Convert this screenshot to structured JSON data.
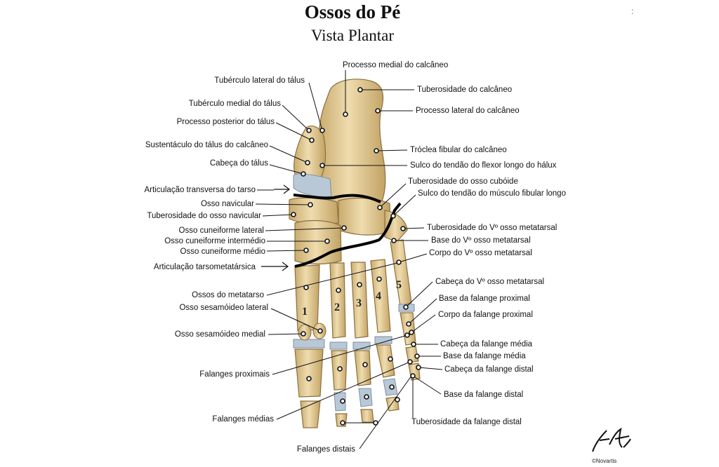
{
  "title": "Ossos do Pé",
  "subtitle": "Vista Plantar",
  "labels": {
    "tuberculo_lateral_talus": "Tubérculo lateral do tálus",
    "tuberculo_medial_talus": "Tubérculo medial do tálus",
    "processo_posterior_talus": "Processo posterior do tálus",
    "sustentaculo_talus": "Sustentáculo do tálus do calcâneo",
    "cabeca_talus": "Cabeça do tálus",
    "articulacao_transversa": "Articulação transversa do tarso",
    "osso_navicular": "Osso navicular",
    "tuberosidade_navicular": "Tuberosidade do osso navicular",
    "cuneiforme_lateral": "Osso cuneiforme lateral",
    "cuneiforme_intermedio": "Osso cuneiforme intermédio",
    "cuneiforme_medio": "Osso cuneiforme médio",
    "articulacao_tarsometatarsica": "Articulação tarsometatársica",
    "ossos_metatarso": "Ossos do metatarso",
    "sesamoideo_lateral": "Osso sesamóideo lateral",
    "sesamoideo_medial": "Osso sesamóideo medial",
    "falanges_proximais": "Falanges proximais",
    "falanges_medias": "Falanges médias",
    "falanges_distais": "Falanges distais",
    "processo_medial_calcaneo": "Processo medial do calcâneo",
    "tuberosidade_calcaneo": "Tuberosidade do calcâneo",
    "processo_lateral_calcaneo": "Processo lateral do calcâneo",
    "trochlea_fibular": "Tróclea fibular do calcâneo",
    "sulco_flexor_halux": "Sulco do tendão do flexor longo do hálux",
    "tuberosidade_cuboide": "Tuberosidade do osso cubóide",
    "sulco_fibular_longo": "Sulco do tendão do músculo fibular longo",
    "tuberosidade_v_metatarsal": "Tuberosidade do Vº osso metatarsal",
    "base_v_metatarsal": "Base do Vº osso metatarsal",
    "corpo_v_metatarsal": "Corpo do Vº osso metatarsal",
    "cabeca_v_metatarsal": "Cabeça do Vº osso metatarsal",
    "base_falange_proximal": "Base da falange proximal",
    "corpo_falange_proximal": "Corpo da falange proximal",
    "cabeca_falange_media": "Cabeça da falange média",
    "base_falange_media": "Base da falange média",
    "cabeca_falange_distal": "Cabeça da falange distal",
    "base_falange_distal": "Base da falange distal",
    "tuberosidade_falange_distal": "Tuberosidade da falange distal"
  },
  "digit_numbers": [
    "1",
    "2",
    "3",
    "4",
    "5"
  ],
  "credit": "©Novartis",
  "signature": "F. Netter",
  "colors": {
    "bone": "#e6cf9c",
    "bone_shade": "#b89a5e",
    "cartilage": "#b9c8d6",
    "leader": "#111111"
  }
}
